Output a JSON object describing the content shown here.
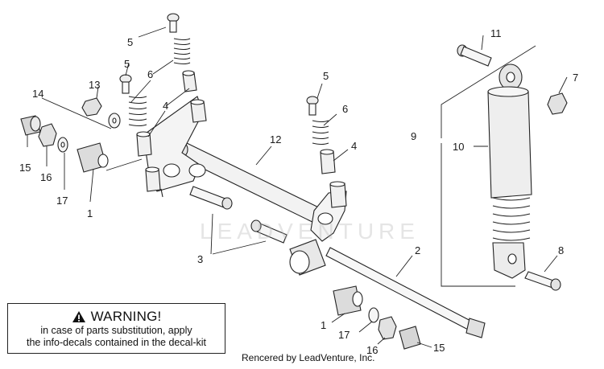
{
  "callouts": [
    {
      "id": "c1a",
      "label": "1"
    },
    {
      "id": "c1b",
      "label": "1"
    },
    {
      "id": "c2",
      "label": "2"
    },
    {
      "id": "c3",
      "label": "3"
    },
    {
      "id": "c4a",
      "label": "4"
    },
    {
      "id": "c4b",
      "label": "4"
    },
    {
      "id": "c5a",
      "label": "5"
    },
    {
      "id": "c5b",
      "label": "5"
    },
    {
      "id": "c5c",
      "label": "5"
    },
    {
      "id": "c6a",
      "label": "6"
    },
    {
      "id": "c6b",
      "label": "6"
    },
    {
      "id": "c7",
      "label": "7"
    },
    {
      "id": "c8",
      "label": "8"
    },
    {
      "id": "c9",
      "label": "9"
    },
    {
      "id": "c10",
      "label": "10"
    },
    {
      "id": "c11",
      "label": "11"
    },
    {
      "id": "c12",
      "label": "12"
    },
    {
      "id": "c13",
      "label": "13"
    },
    {
      "id": "c14",
      "label": "14"
    },
    {
      "id": "c15a",
      "label": "15"
    },
    {
      "id": "c15b",
      "label": "15"
    },
    {
      "id": "c16a",
      "label": "16"
    },
    {
      "id": "c16b",
      "label": "16"
    },
    {
      "id": "c17a",
      "label": "17"
    },
    {
      "id": "c17b",
      "label": "17"
    }
  ],
  "warning": {
    "icon": "warning-triangle-icon",
    "title": "WARNING!",
    "line1": "in case of parts substitution, apply",
    "line2": "the info-decals contained in the decal-kit"
  },
  "watermark": "LEADVENTURE",
  "footer": "Rencered by LeadVenture, Inc."
}
